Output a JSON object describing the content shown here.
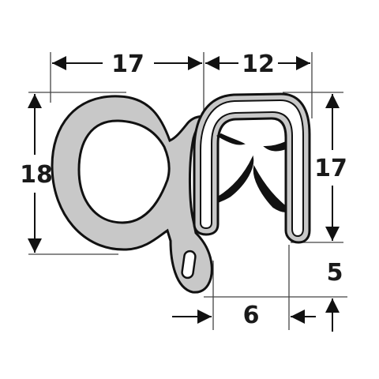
{
  "dimensions": {
    "width_outer_left": "17",
    "width_opening": "12",
    "height_bulb": "18",
    "height_clip": "17",
    "height_gap": "5",
    "width_gap": "6"
  },
  "colors": {
    "profile_fill": "#c8c8c8",
    "profile_stroke": "#111111",
    "insert_fill": "#ffffff",
    "dimension_line": "#111111",
    "leader_line": "#444444"
  }
}
